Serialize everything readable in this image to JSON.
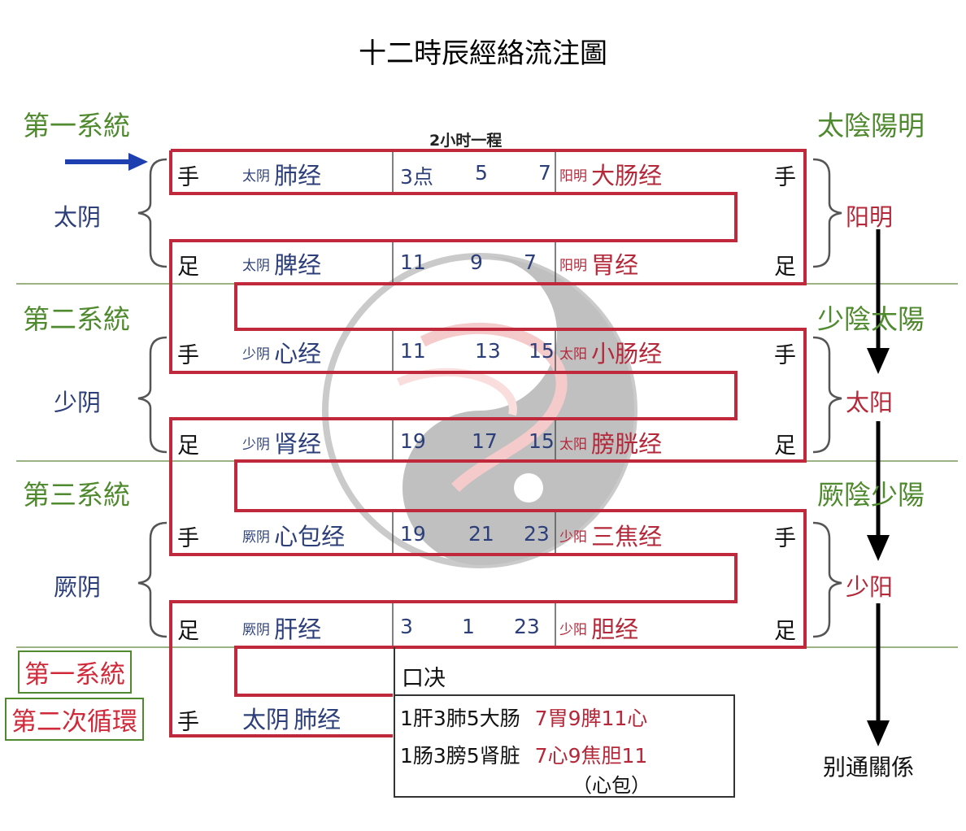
{
  "title": "十二時辰經絡流注圖",
  "subtitle": "2小时一程",
  "left_systems": [
    "第一系統",
    "第二系統",
    "第三系統"
  ],
  "right_systems": [
    "太陰陽明",
    "少陰太陽",
    "厥陰少陽"
  ],
  "left_groups": [
    "太阴",
    "少阴",
    "厥阴"
  ],
  "right_groups": [
    "阳明",
    "太阳",
    "少阳"
  ],
  "hand": "手",
  "foot": "足",
  "rows": [
    {
      "yin_label": "太阴",
      "yin_name": "肺经",
      "times": [
        "3点",
        "5",
        "7"
      ],
      "yang_label": "阳明",
      "yang_name": "大肠经"
    },
    {
      "yin_label": "太阴",
      "yin_name": "脾经",
      "times": [
        "11",
        "9",
        "7"
      ],
      "yang_label": "阳明",
      "yang_name": "胃经"
    },
    {
      "yin_label": "少阴",
      "yin_name": "心经",
      "times": [
        "11",
        "13",
        "15"
      ],
      "yang_label": "太阳",
      "yang_name": "小肠经"
    },
    {
      "yin_label": "少阴",
      "yin_name": "肾经",
      "times": [
        "19",
        "17",
        "15"
      ],
      "yang_label": "太阳",
      "yang_name": "膀胱经"
    },
    {
      "yin_label": "厥阴",
      "yin_name": "心包经",
      "times": [
        "19",
        "21",
        "23"
      ],
      "yang_label": "少阳",
      "yang_name": "三焦经"
    },
    {
      "yin_label": "厥阴",
      "yin_name": "肝经",
      "times": [
        "3",
        "1",
        "23"
      ],
      "yang_label": "少阳",
      "yang_name": "胆经"
    }
  ],
  "bottom": {
    "box1": "第一系統",
    "box2": "第二次循環",
    "hand": "手",
    "label": "太阴",
    "name": "肺经"
  },
  "mnemonic": {
    "title": "口决",
    "line1_black": "1肝3肺5大肠",
    "line1_red": "7胃9脾11心",
    "line2_black": "1肠3膀5肾脏",
    "line2_red": "7心9焦胆11",
    "line3": "（心包）"
  },
  "bie_tong": "别通關係",
  "colors": {
    "red": "#b5283a",
    "green": "#4f8a2e",
    "navy": "#2d3f7a",
    "arrow_blue": "#1e3fb0"
  }
}
